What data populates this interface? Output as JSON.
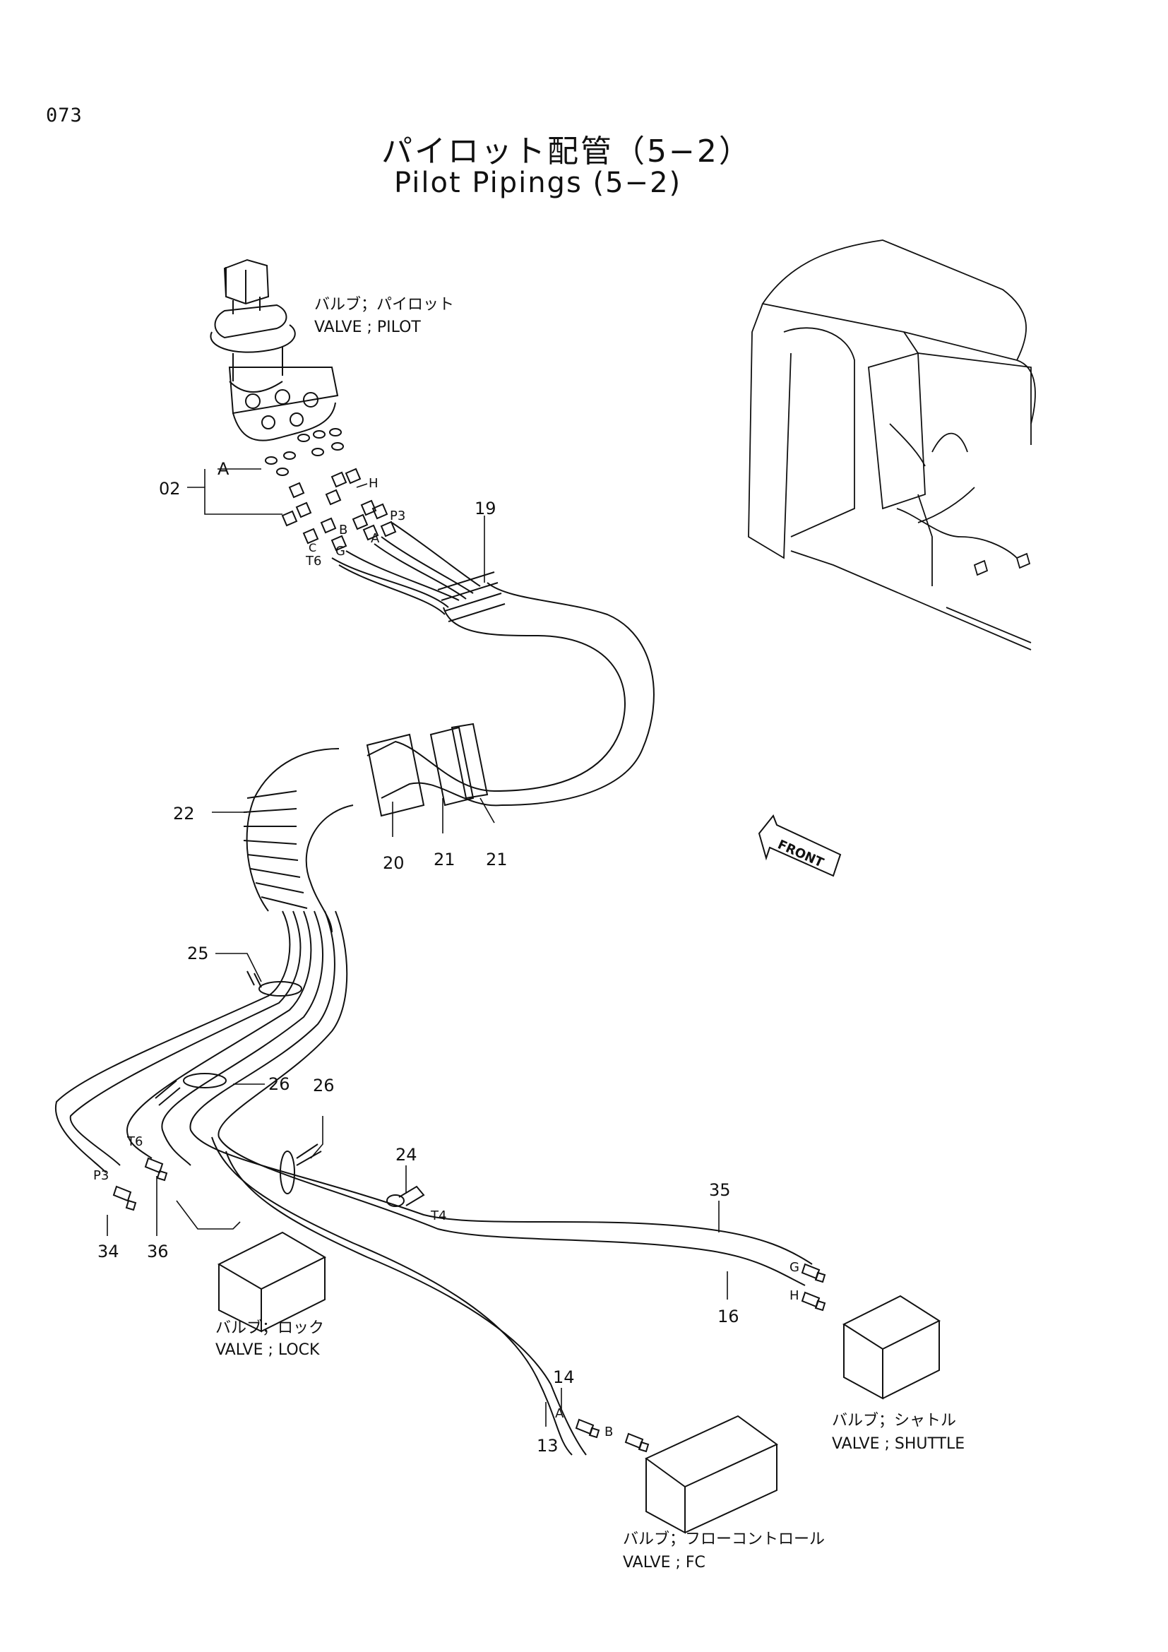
{
  "page_number": "073",
  "title": {
    "jp": "パイロット配管（5−2）",
    "en": "Pilot Pipings (5−2)"
  },
  "components": {
    "pilot_valve": {
      "jp": "バルブ；パイロット",
      "en": "VALVE ; PILOT"
    },
    "lock_valve": {
      "jp": "バルブ；ロック",
      "en": "VALVE ; LOCK"
    },
    "shuttle_valve": {
      "jp": "バルブ；シャトル",
      "en": "VALVE ; SHUTTLE"
    },
    "fc_valve": {
      "jp": "バルブ；フローコントロール",
      "en": "VALVE ; FC"
    }
  },
  "front_label": "FRONT",
  "part_numbers": {
    "p02": "02",
    "p19": "19",
    "p20": "20",
    "p21a": "21",
    "p21b": "21",
    "p22": "22",
    "p25": "25",
    "p26a": "26",
    "p26b": "26",
    "p24": "24",
    "p35": "35",
    "p16": "16",
    "p14": "14",
    "p13": "13",
    "p34": "34",
    "p36": "36"
  },
  "port_labels": {
    "A_top": "A",
    "H_top": "H",
    "P3_top": "P3",
    "B_top": "B",
    "A_mid": "A",
    "G_top": "G",
    "C_top": "C",
    "T6_top": "T6",
    "T6_low": "T6",
    "P3_low": "P3",
    "T4": "T4",
    "G_low": "G",
    "H_low": "H",
    "A_low": "A",
    "B_low": "B"
  }
}
